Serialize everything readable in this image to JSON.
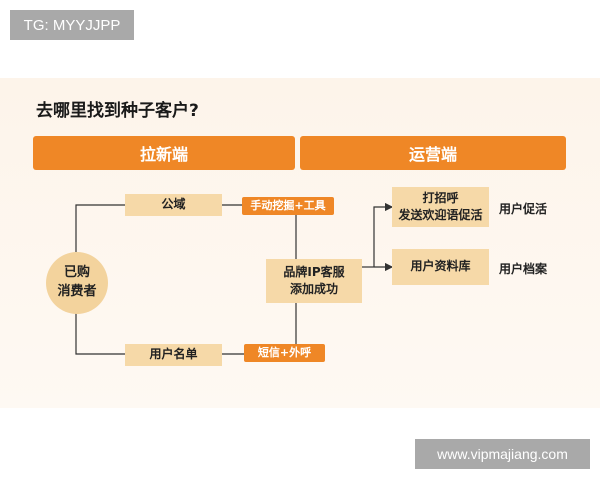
{
  "badge": {
    "tg": "TG: MYYJJPP"
  },
  "watermark": {
    "site": "www.vipmajiang.com"
  },
  "title": "去哪里找到种子客户?",
  "headers": {
    "left": "拉新端",
    "right": "运营端"
  },
  "nodes": {
    "consumer": [
      "已购",
      "消费者"
    ],
    "public_domain": "公域",
    "user_list": "用户名单",
    "manual_tools": "手动挖掘+工具",
    "sms_call": "短信+外呼",
    "brand_ip": [
      "品牌IP客服",
      "添加成功"
    ],
    "greet": [
      "打招呼",
      "发送欢迎语促活"
    ],
    "user_db": "用户资料库"
  },
  "results": {
    "promote": "用户促活",
    "archive": "用户档案"
  },
  "colors": {
    "accent": "#ef8726",
    "node": "#f6d9a8",
    "line": "#333333"
  }
}
